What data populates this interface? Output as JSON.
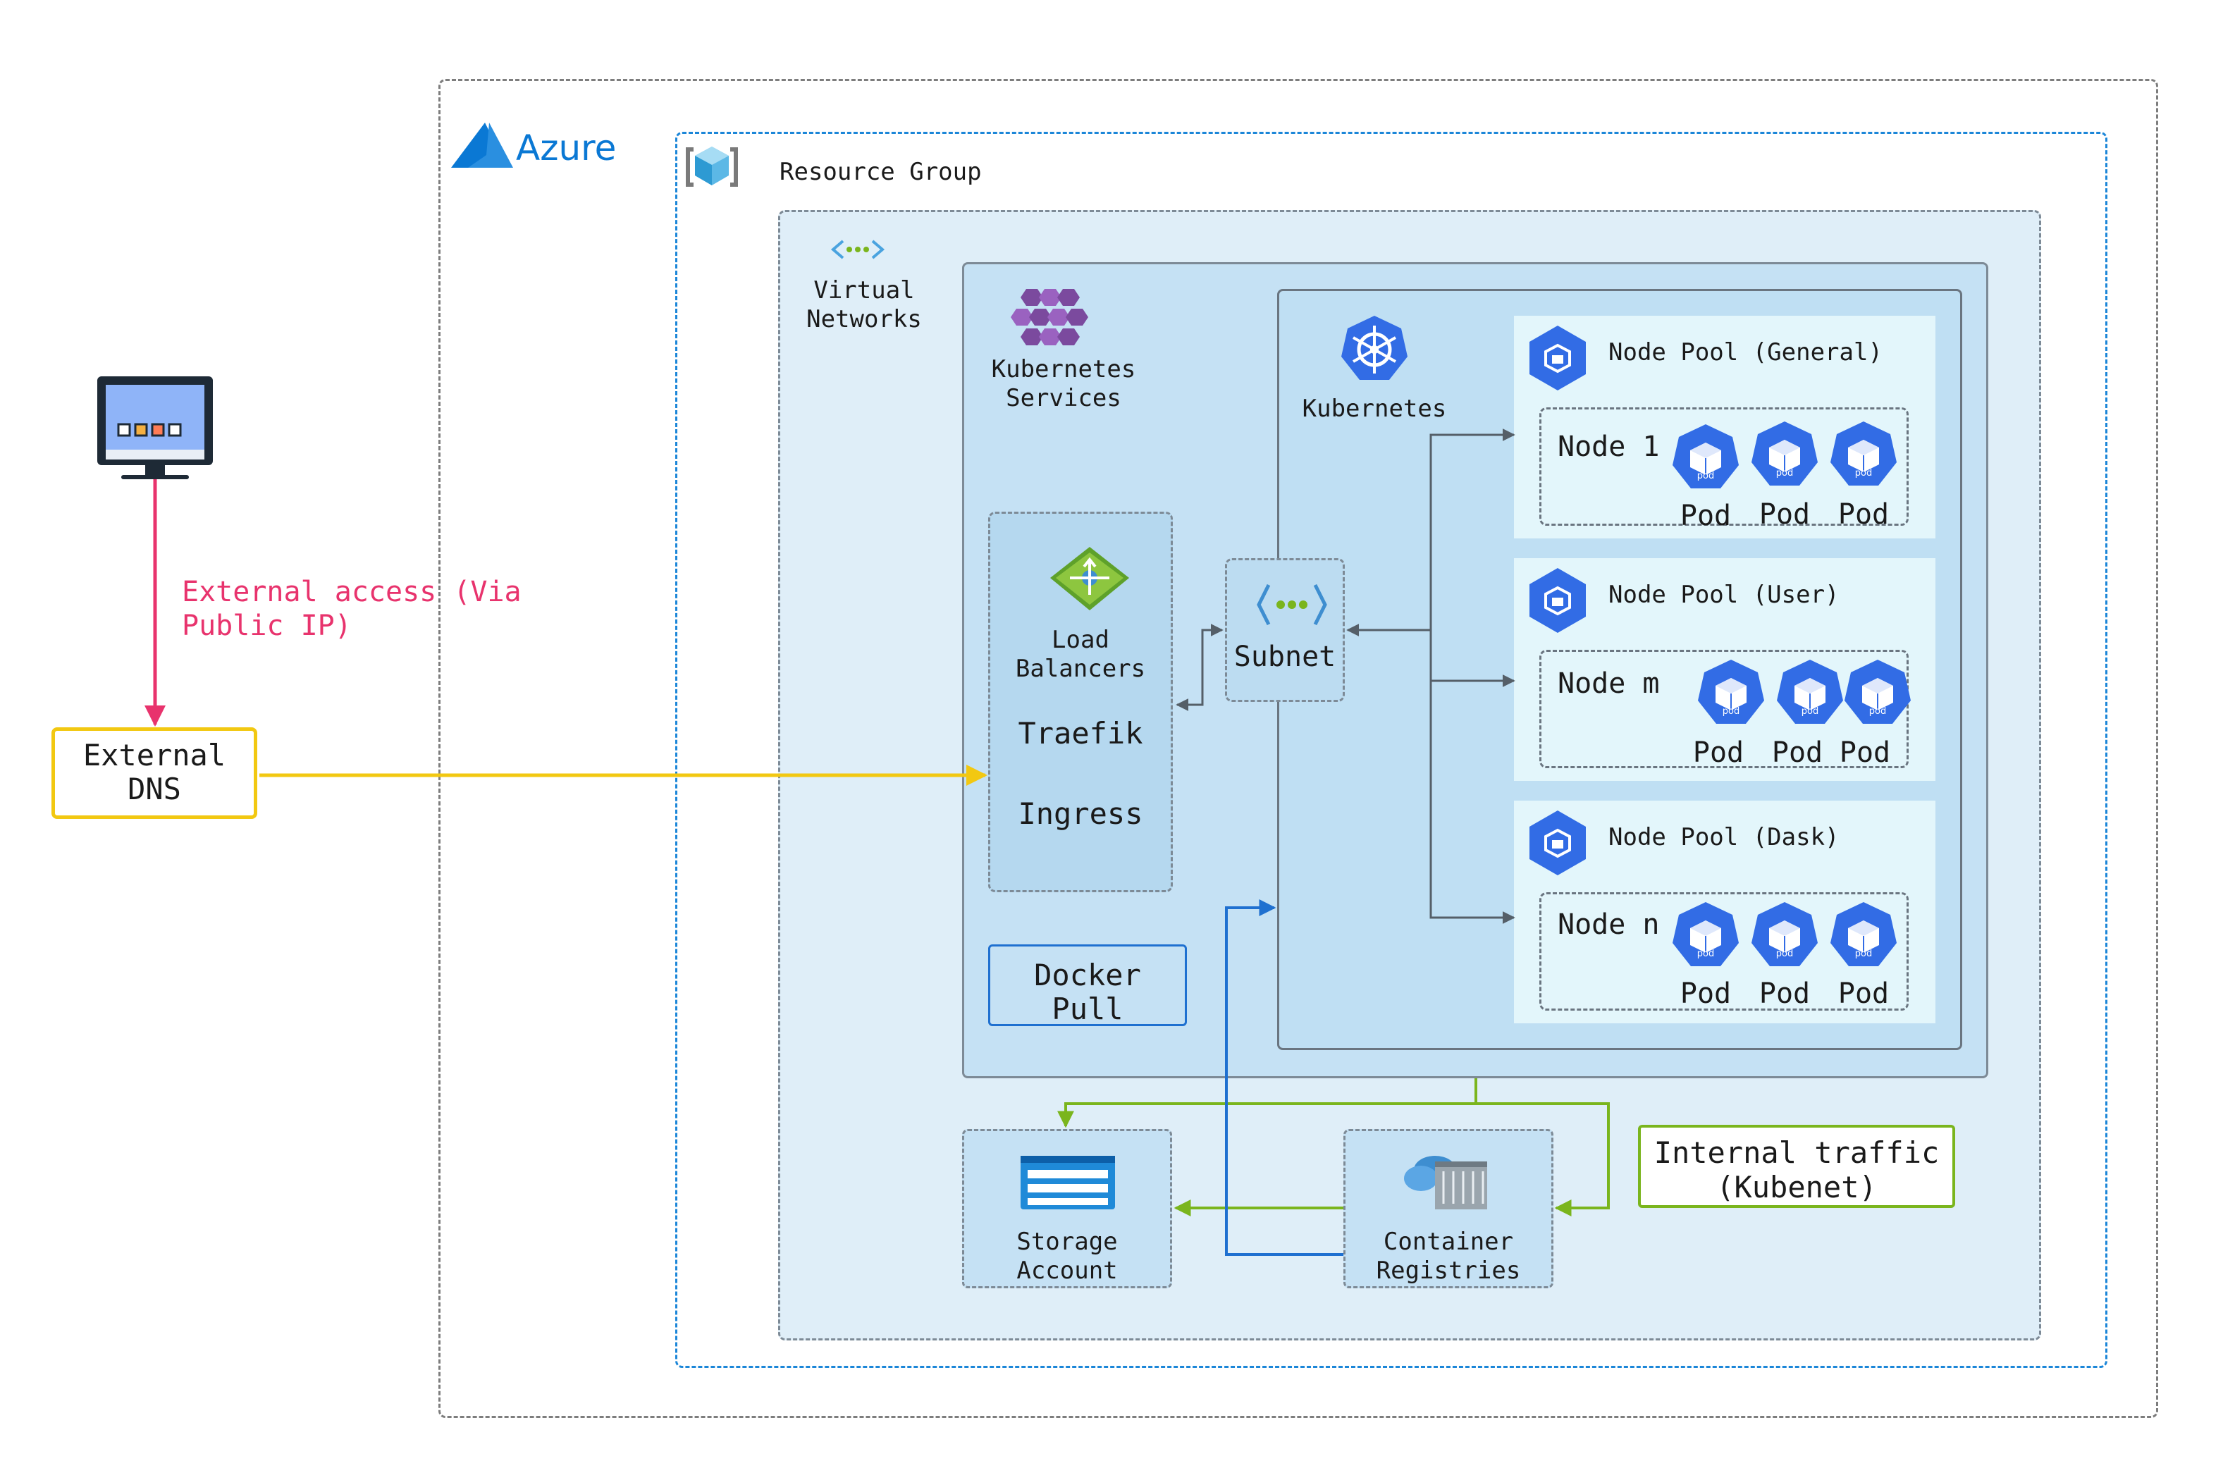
{
  "azure": {
    "label": "Azure"
  },
  "resource_group": {
    "label": "Resource Group"
  },
  "virtual_networks": {
    "label": "Virtual\nNetworks"
  },
  "kubernetes_services": {
    "label": "Kubernetes\nServices"
  },
  "load_balancers": {
    "label": "Load\nBalancers",
    "traefik": "Traefik",
    "ingress": "Ingress"
  },
  "subnet": {
    "label": "Subnet"
  },
  "kubernetes": {
    "label": "Kubernetes"
  },
  "docker_pull": {
    "label": "Docker\nPull"
  },
  "node_pools": [
    {
      "title": "Node Pool (General)",
      "node": "Node 1",
      "pods": [
        "Pod",
        "Pod",
        "Pod"
      ]
    },
    {
      "title": "Node Pool (User)",
      "node": "Node m",
      "pods": [
        "Pod",
        "Pod",
        "Pod"
      ]
    },
    {
      "title": "Node Pool (Dask)",
      "node": "Node n",
      "pods": [
        "Pod",
        "Pod",
        "Pod"
      ]
    }
  ],
  "pod_icon_text": "pod",
  "storage_account": {
    "label": "Storage\nAccount"
  },
  "container_registries": {
    "label": "Container\nRegistries"
  },
  "internal_traffic": {
    "label": "Internal traffic\n(Kubenet)"
  },
  "external_access": {
    "label": " External access (Via\nPublic IP)"
  },
  "external_dns": {
    "label": "External\nDNS"
  },
  "colors": {
    "azure_blue": "#0a78d4",
    "pink_arrow": "#e8336d",
    "yellow_arrow": "#f2c811",
    "green_arrow": "#7ab51d",
    "blue_arrow": "#1f70d0",
    "k8s_blue": "#326ce5"
  },
  "icons": [
    "computer-icon",
    "azure-logo-icon",
    "resource-group-icon",
    "virtual-network-icon",
    "kubernetes-services-icon",
    "load-balancer-icon",
    "subnet-icon",
    "kubernetes-icon",
    "node-pool-icon",
    "pod-icon",
    "storage-account-icon",
    "container-registry-icon"
  ]
}
